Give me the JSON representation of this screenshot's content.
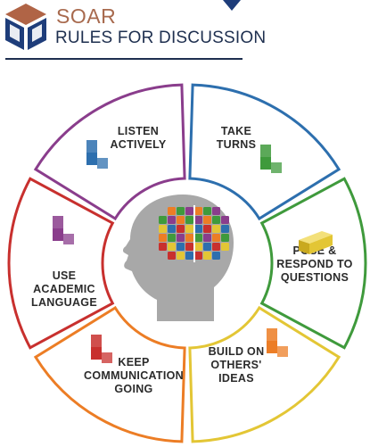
{
  "header": {
    "title": "SOAR",
    "subtitle": "RULES FOR DISCUSSION",
    "logo_icon": "stacked-cube-logo-icon",
    "colors": {
      "title": "#a86a4e",
      "subtitle": "#1e2f4f",
      "logo_top": "#b06446",
      "logo_front": "#1e3d7a"
    }
  },
  "diagram": {
    "center_icon": "human-head-brain-puzzle-icon",
    "segments": [
      {
        "lines": [
          "LISTEN",
          "ACTIVELY"
        ],
        "icon": "blue-tetromino-icon",
        "color": "#2d6fae"
      },
      {
        "lines": [
          "TAKE",
          "TURNS"
        ],
        "icon": "green-tetromino-icon",
        "color": "#3f9a3c"
      },
      {
        "lines": [
          "POSE &",
          "RESPOND TO",
          "QUESTIONS"
        ],
        "icon": "yellow-block-icon",
        "color": "#e3c635"
      },
      {
        "lines": [
          "BUILD ON",
          "OTHERS'",
          "IDEAS"
        ],
        "icon": "orange-tetromino-icon",
        "color": "#ec7d25"
      },
      {
        "lines": [
          "KEEP",
          "COMMUNICATION",
          "GOING"
        ],
        "icon": "red-tetromino-icon",
        "color": "#c8302e"
      },
      {
        "lines": [
          "USE",
          "ACADEMIC",
          "LANGUAGE"
        ],
        "icon": "purple-tetromino-icon",
        "color": "#8a3d8c"
      }
    ]
  }
}
